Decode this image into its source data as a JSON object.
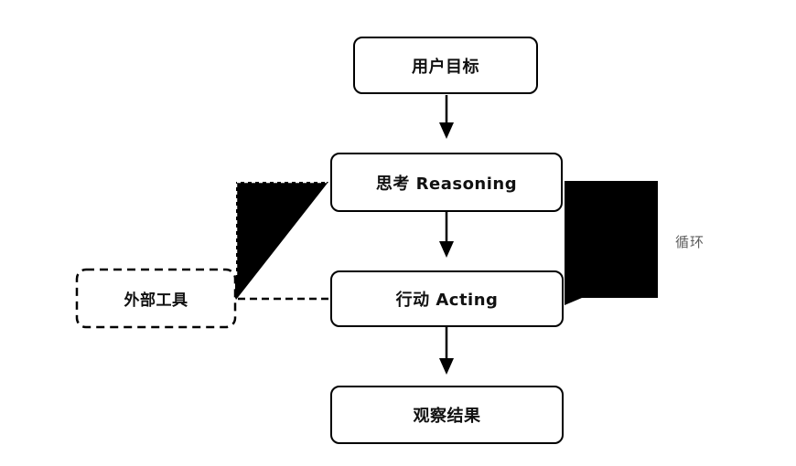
{
  "diagram": {
    "title_hint": "ReAct loop flowchart",
    "colors": {
      "background": "#ffffff",
      "shape_stroke": "#000000",
      "shape_fill": "#000000",
      "node_fill": "#ffffff",
      "node_text": "#111111",
      "loop_label_text": "#5c5c5c"
    },
    "nodes": {
      "user_goal": {
        "label": "用户目标"
      },
      "reasoning": {
        "label": "思考 Reasoning"
      },
      "acting": {
        "label": "行动 Acting"
      },
      "observation": {
        "label": "观察结果"
      },
      "external_tools": {
        "label": "外部工具"
      }
    },
    "annotations": {
      "loop": {
        "label": "循环"
      }
    },
    "edges": [
      {
        "from": "user_goal",
        "to": "reasoning",
        "style": "solid-arrow"
      },
      {
        "from": "reasoning",
        "to": "acting",
        "style": "solid-arrow"
      },
      {
        "from": "acting",
        "to": "observation",
        "style": "solid-arrow"
      },
      {
        "from": "reasoning",
        "to": "external_tools",
        "style": "dashed-filled-triangle"
      },
      {
        "from": "external_tools",
        "to": "acting",
        "style": "dashed-line"
      },
      {
        "from": "acting",
        "to": "reasoning",
        "style": "thick-black-loop"
      }
    ]
  }
}
